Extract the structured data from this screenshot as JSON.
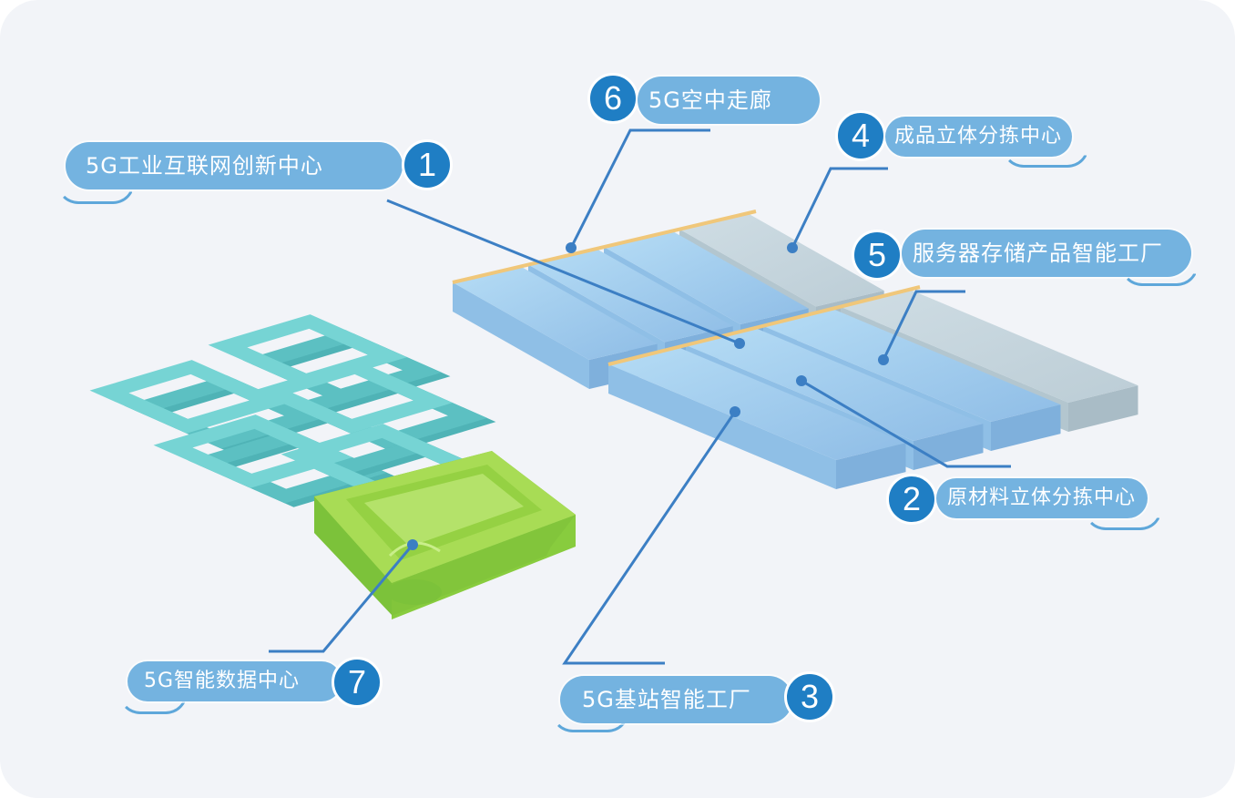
{
  "title": "5G智慧园区示意图",
  "colors": {
    "pill": "#74b3e0",
    "number": "#1f7ec4",
    "line": "#3c7fc4",
    "teal": "#6fcfd0",
    "green": "#9ad545",
    "slab": "#a9d0ee",
    "slab_gray": "#c7d6de",
    "corridor": "#f0c77a"
  },
  "labels": [
    {
      "num": "1",
      "text": "5G工业互联网创新中心"
    },
    {
      "num": "2",
      "text": "原材料立体分拣中心"
    },
    {
      "num": "3",
      "text": "5G基站智能工厂"
    },
    {
      "num": "4",
      "text": "成品立体分拣中心"
    },
    {
      "num": "5",
      "text": "服务器存储产品智能工厂"
    },
    {
      "num": "6",
      "text": "5G空中走廊"
    },
    {
      "num": "7",
      "text": "5G智能数据中心"
    }
  ]
}
